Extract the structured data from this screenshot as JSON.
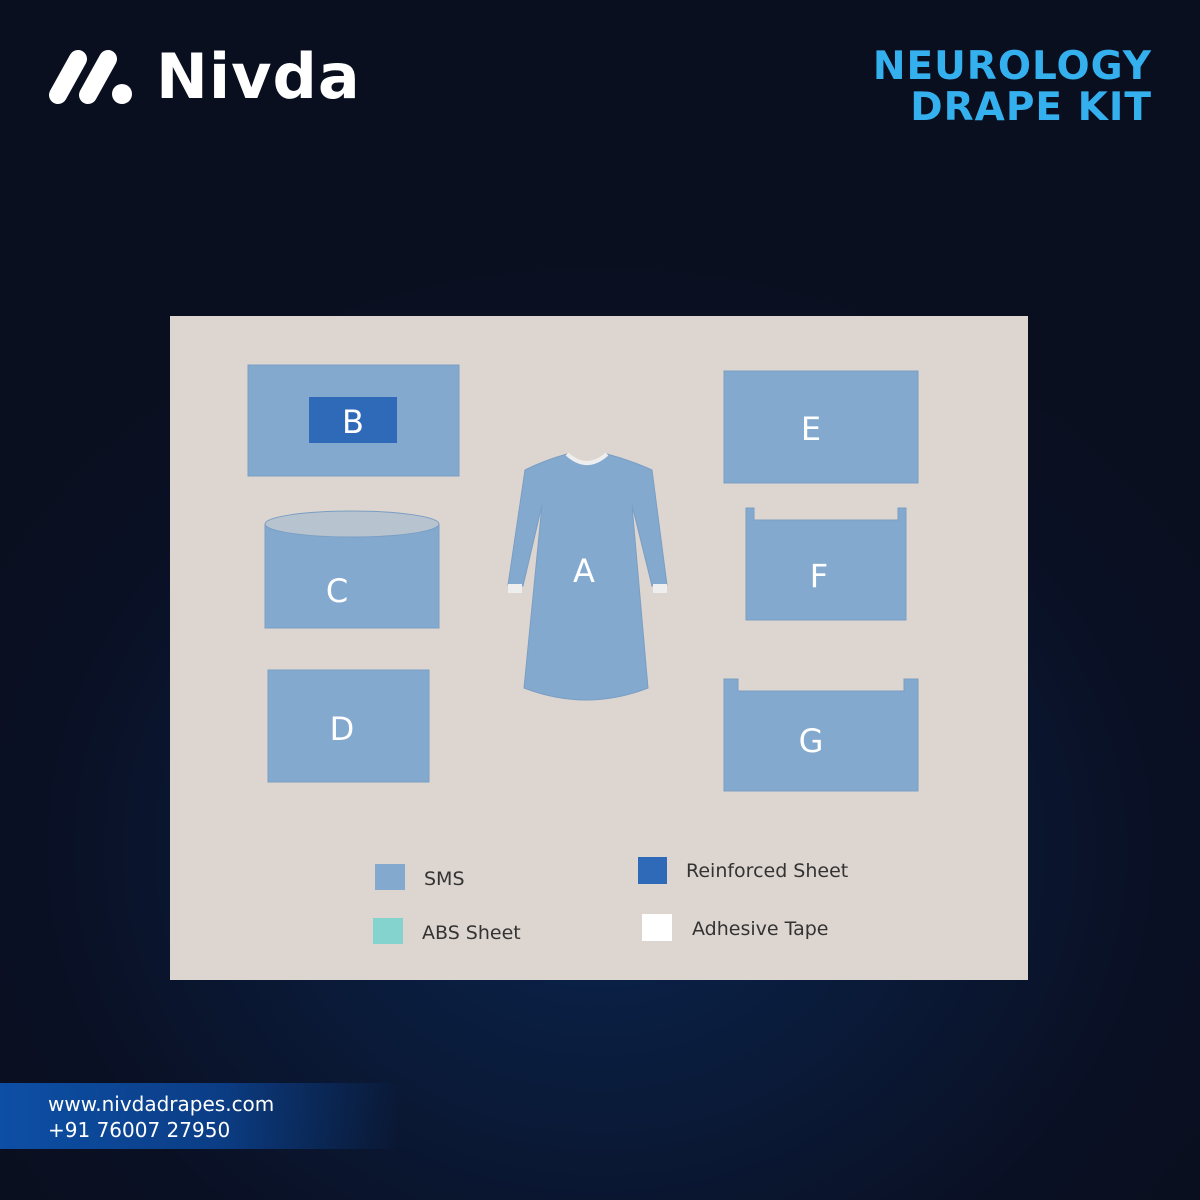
{
  "brand": {
    "name": "Nivda"
  },
  "header": {
    "title_line1": "NEUROLOGY",
    "title_line2": "DRAPE KIT"
  },
  "diagram": {
    "items": [
      {
        "label": "A",
        "name": "gown"
      },
      {
        "label": "B"
      },
      {
        "label": "C"
      },
      {
        "label": "D"
      },
      {
        "label": "E"
      },
      {
        "label": "F"
      },
      {
        "label": "G"
      }
    ],
    "legend": [
      {
        "label": "SMS",
        "color": "#84a9cf"
      },
      {
        "label": "Reinforced Sheet",
        "color": "#2f6ab8"
      },
      {
        "label": "ABS Sheet",
        "color": "#84d3cf"
      },
      {
        "label": "Adhesive Tape",
        "color": "#ffffff"
      }
    ]
  },
  "footer": {
    "website": "www.nivdadrapes.com",
    "phone": "+91 76007 27950"
  }
}
